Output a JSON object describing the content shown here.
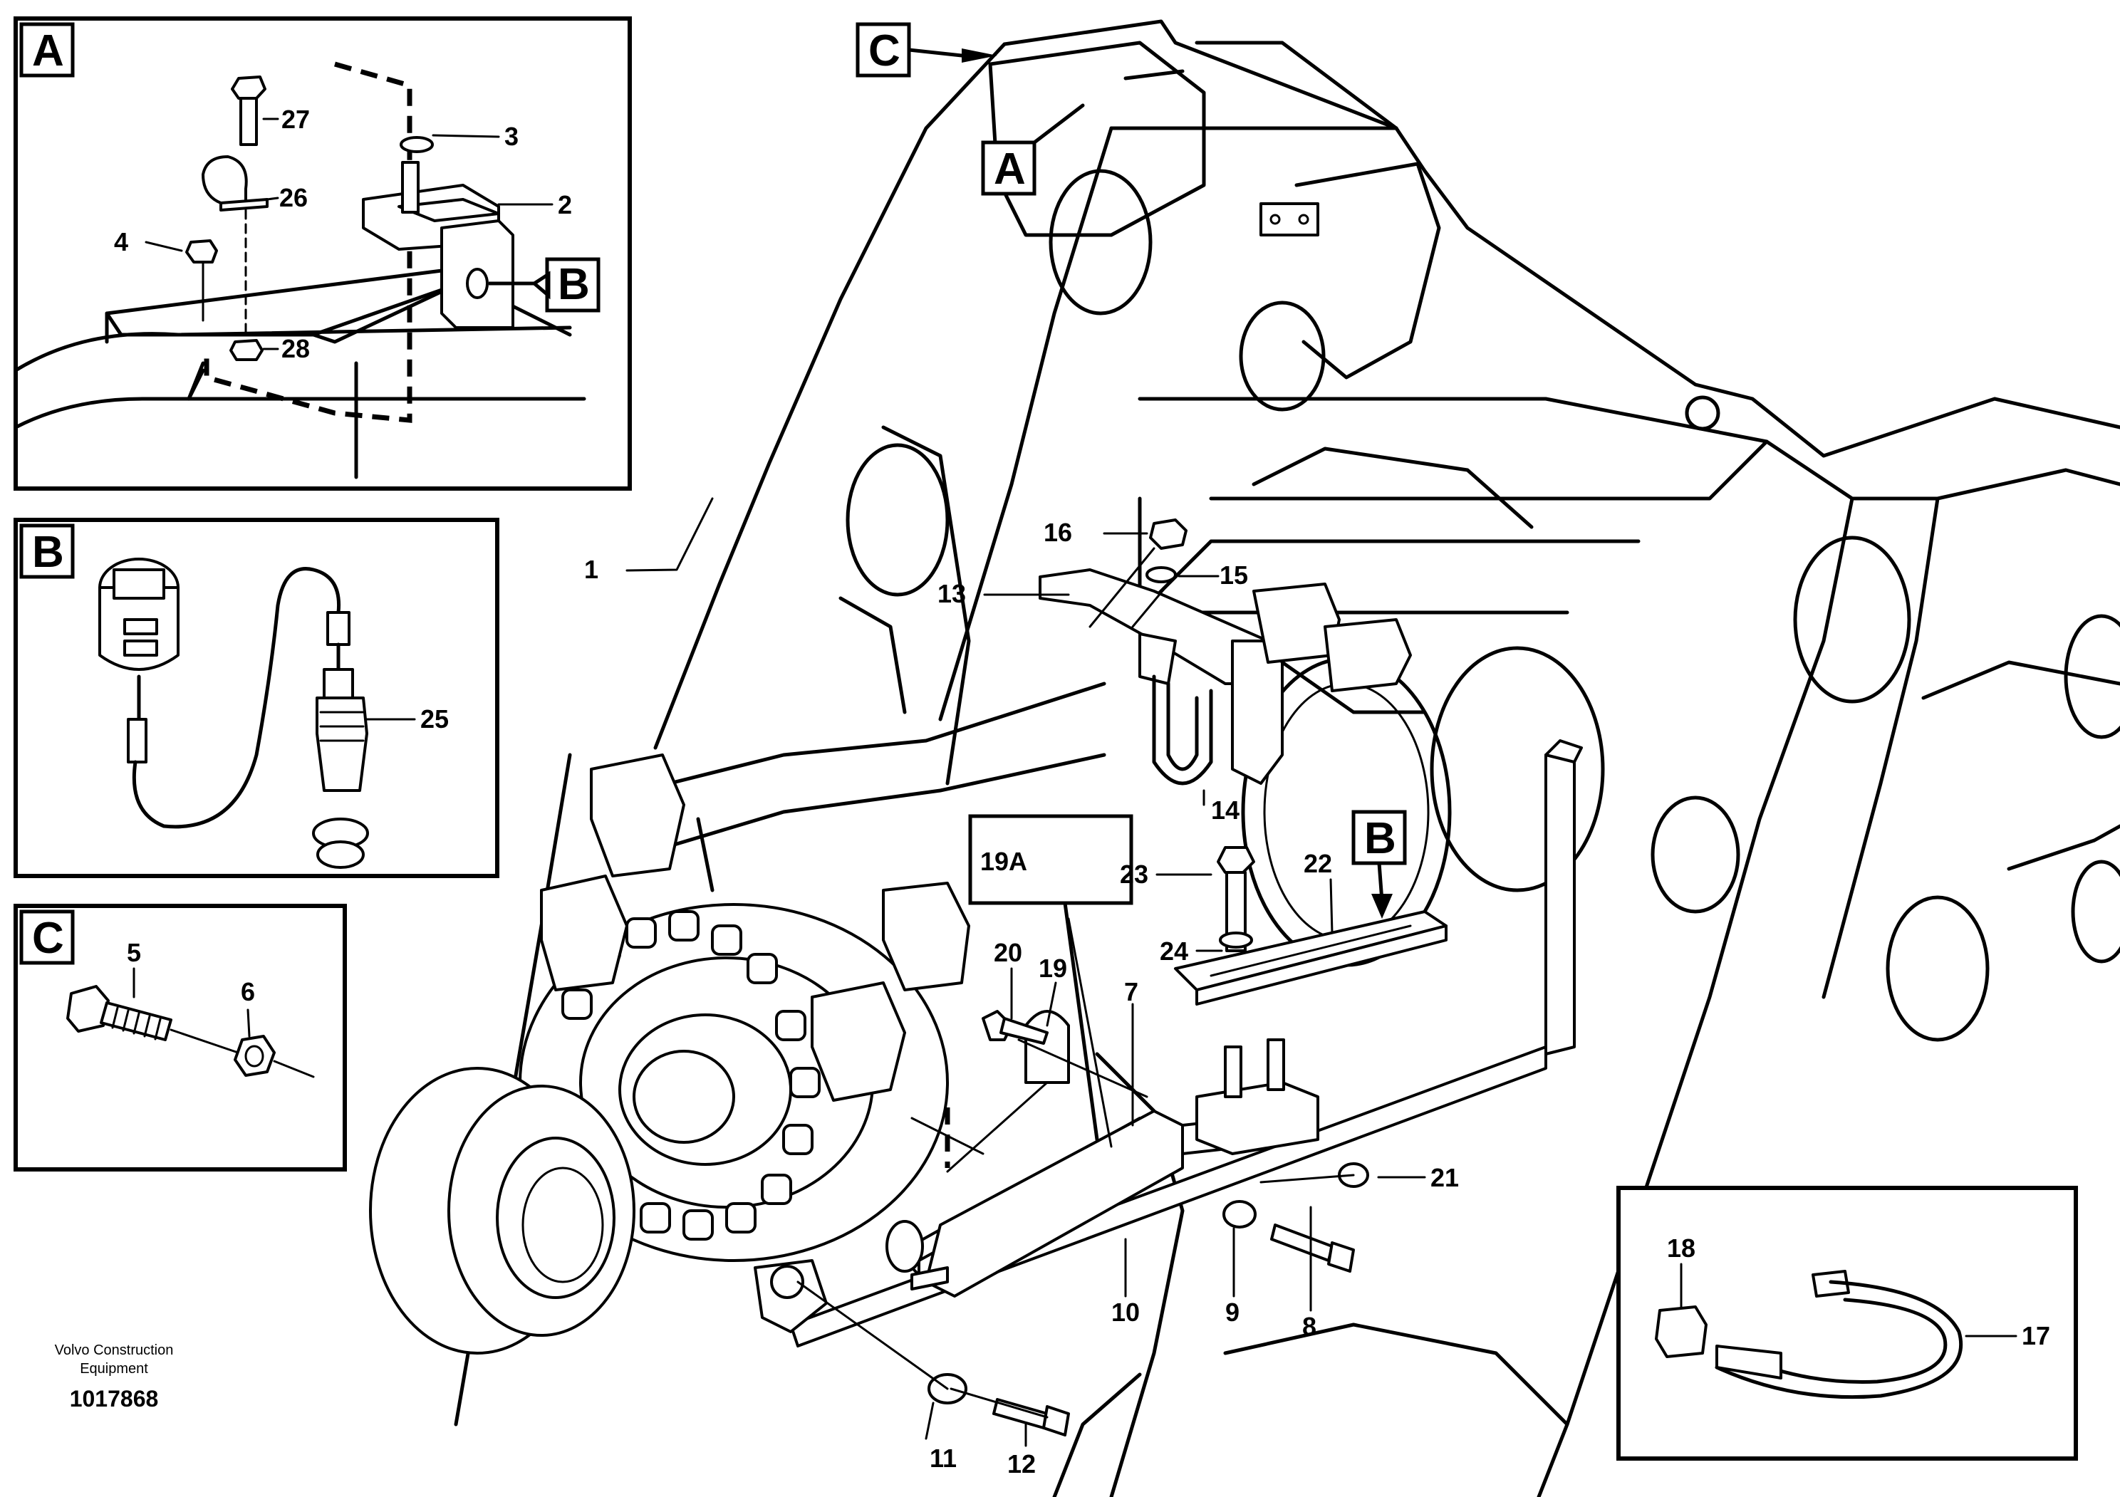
{
  "callouts": {
    "c1": "1",
    "c2": "2",
    "c3": "3",
    "c4": "4",
    "c5": "5",
    "c6": "6",
    "c7": "7",
    "c8": "8",
    "c9": "9",
    "c10": "10",
    "c11": "11",
    "c12": "12",
    "c13": "13",
    "c14": "14",
    "c15": "15",
    "c16": "16",
    "c17": "17",
    "c18": "18",
    "c19": "19",
    "c19a": "19A",
    "c20": "20",
    "c21": "21",
    "c22": "22",
    "c23": "23",
    "c24": "24",
    "c25": "25",
    "c26": "26",
    "c27": "27",
    "c28": "28"
  },
  "detail_labels": {
    "a": "A",
    "b": "B",
    "c": "C"
  },
  "credit": {
    "line1": "Volvo Construction",
    "line2": "Equipment",
    "doc_number": "1017868"
  }
}
